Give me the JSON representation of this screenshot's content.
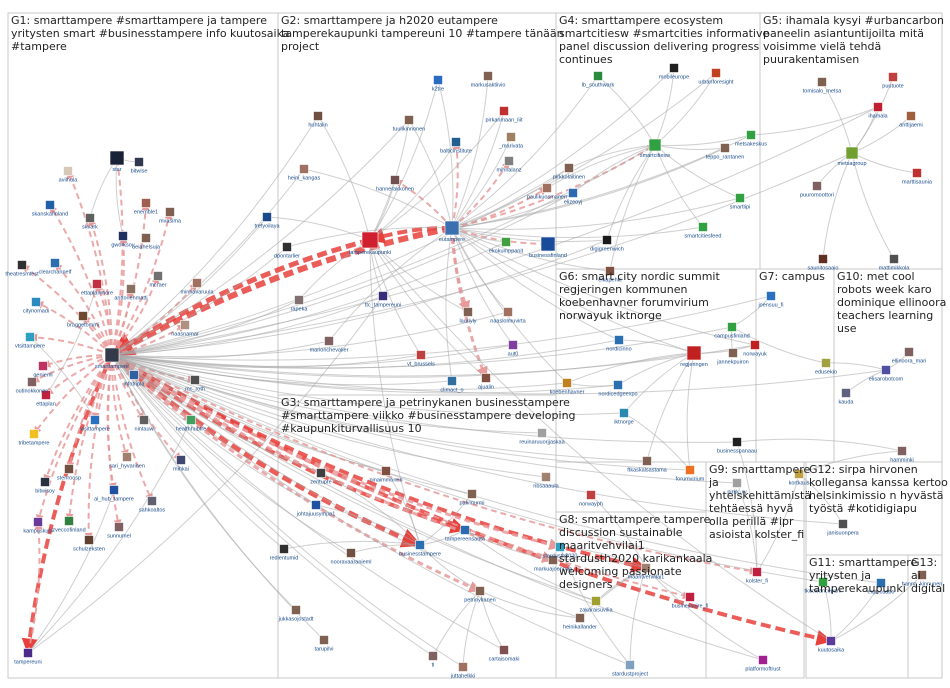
{
  "colors": {
    "edge_grey": "#a8a8a8",
    "edge_strong": "#e8413c",
    "edge_mid": "#e89a9a",
    "label": "#1a4c8b",
    "panel_border": "#c9c9c9"
  },
  "groups": [
    {
      "id": "G1",
      "title_lines": [
        "G1: smarttampere #smarttampere ja tampere",
        "yritysten smart #businesstampere info kuutosaika",
        "#tampere"
      ]
    },
    {
      "id": "G2",
      "title_lines": [
        "G2: smarttampere ja h2020 eutampere",
        "tamperekaupunki tampereuni 10 #tampere tänään",
        "project"
      ]
    },
    {
      "id": "G3",
      "title_lines": [
        "G3: smarttampere ja petrinykanen businesstampere",
        "#smarttampere viikko #businesstampere developing",
        "#kaupunkiturvallisuus 10"
      ]
    },
    {
      "id": "G4",
      "title_lines": [
        "G4: smarttampere ecosystem",
        "smartcitiesw #smartcities informative",
        "panel discussion delivering progress",
        "continues"
      ]
    },
    {
      "id": "G5",
      "title_lines": [
        "G5: ihamala kysyi #urbancarbon",
        "paneelin asiantuntijoilta mitä",
        "voisimme vielä tehdä",
        "puurakentamisen"
      ]
    },
    {
      "id": "G6",
      "title_lines": [
        "G6: smart city nordic summit",
        "regjeringen kommunen",
        "koebenhavner forumvirium",
        "norwayuk iktnorge"
      ]
    },
    {
      "id": "G7",
      "title_lines": [
        "G7: campus"
      ]
    },
    {
      "id": "G8",
      "title_lines": [
        "G8: smarttampere tampere",
        "discussion sustainable",
        "maaritvehvilai1",
        "stardusth2020 karikankaala",
        "welcoming passionate",
        "designers"
      ]
    },
    {
      "id": "G9",
      "title_lines": [
        "G9: smarttampere",
        "ja",
        "yhteiskehittämistä",
        "tehtäessä hyvä",
        "olla perillä #ipr",
        "asioista kolster_fi"
      ]
    },
    {
      "id": "G10",
      "title_lines": [
        "G10: met cool",
        "robots week karo",
        "dominique ellinoora",
        "teachers learning",
        "use"
      ]
    },
    {
      "id": "G11",
      "title_lines": [
        "G11: smarttampere",
        "yritysten ja",
        "tamperekaupunki"
      ]
    },
    {
      "id": "G12",
      "title_lines": [
        "G12: sirpa hirvonen",
        "kollegansa kanssa kertoo",
        "helsinkimissio n hyvästä",
        "työstä #kotidigiapu"
      ]
    },
    {
      "id": "G13",
      "title_lines": [
        "G13:",
        "ai",
        "digital"
      ]
    }
  ],
  "nodes": [
    {
      "id": "smarttampere",
      "label": "smarttampere",
      "color": "#333a4a"
    },
    {
      "id": "eutampere",
      "label": "eutampere",
      "color": "#3a70b0"
    },
    {
      "id": "tamperekaupunki",
      "label": "tamperekaupunki",
      "color": "#d02030"
    },
    {
      "id": "tampereuni",
      "label": "tampereuni",
      "color": "#4b2a8a"
    },
    {
      "id": "kuutosaika",
      "label": "kuutosaika",
      "color": "#5a3a9a"
    },
    {
      "id": "avilhula",
      "label": "avilhula",
      "color": "#d8c8b8"
    },
    {
      "id": "star",
      "label": "star",
      "color": "#1a2238"
    },
    {
      "id": "skanskafinland",
      "label": "skanskafinland",
      "color": "#2060a8"
    },
    {
      "id": "skvark",
      "label": "skvark",
      "color": "#606060"
    },
    {
      "id": "gworksoy",
      "label": "gworksoy",
      "color": "#203060"
    },
    {
      "id": "mvasima",
      "label": "mvasima",
      "color": "#806050"
    },
    {
      "id": "ettaplanmore",
      "label": "ettaplanmore",
      "color": "#c03040"
    },
    {
      "id": "anttonenmatti",
      "label": "anttonenmatti",
      "color": "#8a7060"
    },
    {
      "id": "minnavaruula",
      "label": "minnavaruula",
      "color": "#a07060"
    },
    {
      "id": "citynomadi",
      "label": "citynomadi",
      "color": "#2a8ac0"
    },
    {
      "id": "braggetommi",
      "label": "braggetommi",
      "color": "#704a30"
    },
    {
      "id": "vtsittampere",
      "label": "vtsittampere",
      "color": "#30a0c0"
    },
    {
      "id": "infotripla",
      "label": "infotripla",
      "color": "#3060a0"
    },
    {
      "id": "naasnamar",
      "label": "naasnamar",
      "color": "#b09080"
    },
    {
      "id": "mc_roth",
      "label": "mc_roth",
      "color": "#505050"
    },
    {
      "id": "ettaplan",
      "label": "ettaplan",
      "color": "#c02040"
    },
    {
      "id": "tribetampere",
      "label": "tribetampere",
      "color": "#f0c020"
    },
    {
      "id": "visittampere",
      "label": "visittampere",
      "color": "#2a70c0"
    },
    {
      "id": "nintauw",
      "label": "nintauw",
      "color": "#606060"
    },
    {
      "id": "healthhubtre",
      "label": "healthhubtre",
      "color": "#40a060"
    },
    {
      "id": "stenroosp",
      "label": "stenroosp",
      "color": "#705040"
    },
    {
      "id": "sari_hyvarinen",
      "label": "sari_hyvarinen",
      "color": "#a08070"
    },
    {
      "id": "mihkai",
      "label": "mihkai",
      "color": "#404870"
    },
    {
      "id": "bitwisoy",
      "label": "bitwisoy",
      "color": "#2a3040"
    },
    {
      "id": "ai_hub_tampere",
      "label": "ai_hub_tampere",
      "color": "#2050a0"
    },
    {
      "id": "kampuskubi",
      "label": "kampuskubi",
      "color": "#6a3a9a"
    },
    {
      "id": "zveccofinland",
      "label": "zveccofinland",
      "color": "#308040"
    },
    {
      "id": "sunnumel",
      "label": "sunnumel",
      "color": "#806060"
    },
    {
      "id": "schulzeksten",
      "label": "schulzeksten",
      "color": "#604030"
    },
    {
      "id": "sahkoaltos",
      "label": "sahkoaltos",
      "color": "#606070"
    },
    {
      "id": "k2tre",
      "label": "k2tre",
      "color": "#2a6ac0"
    },
    {
      "id": "markusaktiivio",
      "label": "markusaktiivio",
      "color": "#806050"
    },
    {
      "id": "pirkanmaan_liit",
      "label": "pirkanmaan_liit",
      "color": "#c03030"
    },
    {
      "id": "_marivata",
      "label": "_marivata",
      "color": "#a08060"
    },
    {
      "id": "huhtalin",
      "label": "huhtalin",
      "color": "#705040"
    },
    {
      "id": "tuulikinnonen",
      "label": "tuulikinnonen",
      "color": "#806050"
    },
    {
      "id": "balticinstitute",
      "label": "balticinstitute",
      "color": "#206090"
    },
    {
      "id": "mihnalanz",
      "label": "mihnalanz",
      "color": "#808080"
    },
    {
      "id": "heini_kangas",
      "label": "heini_kangas",
      "color": "#a07060"
    },
    {
      "id": "hannerakkonen",
      "label": "hannerakkonen",
      "color": "#705050"
    },
    {
      "id": "tretyoilaya",
      "label": "tretyoilaya",
      "color": "#1a4a8a"
    },
    {
      "id": "dpontarlier",
      "label": "dpontarlier",
      "color": "#303030"
    },
    {
      "id": "ekokumppanit",
      "label": "ekokumppanit",
      "color": "#40a040"
    },
    {
      "id": "businessfinland",
      "label": "businessfinland",
      "color": "#1a4a9a"
    },
    {
      "id": "rapeka",
      "label": "rapeka",
      "color": "#807070"
    },
    {
      "id": "ttc_tampereuni",
      "label": "ttc_tampereuni",
      "color": "#3a2a7a"
    },
    {
      "id": "lauriyly",
      "label": "lauriyly",
      "color": "#806050"
    },
    {
      "id": "naaslolmuvirta",
      "label": "naaslolmuvirta",
      "color": "#a07060"
    },
    {
      "id": "marionchevalier",
      "label": "marionchevalier",
      "color": "#806060"
    },
    {
      "id": "vt_brussels",
      "label": "vt_brussels",
      "color": "#c04040"
    },
    {
      "id": "climact_o",
      "label": "climact_o",
      "color": "#3070a0"
    },
    {
      "id": "ajualin",
      "label": "ajualin",
      "color": "#805040"
    },
    {
      "id": "aut0",
      "label": "aut0",
      "color": "#8040a0"
    },
    {
      "id": "lb_southwark",
      "label": "lb_southwark",
      "color": "#2a8a40"
    },
    {
      "id": "mobileurope",
      "label": "mobileurope",
      "color": "#202020"
    },
    {
      "id": "urbanforesight",
      "label": "urbanforesight",
      "color": "#c04020"
    },
    {
      "id": "pirkkolaitinen",
      "label": "pirkkolaitinen",
      "color": "#806050"
    },
    {
      "id": "smartcitiesw",
      "label": "smartcitiesw",
      "color": "#30a040"
    },
    {
      "id": "paulikuosmanen",
      "label": "paulikuosmanen",
      "color": "#a07060"
    },
    {
      "id": "elizeoyj",
      "label": "elizeoyj",
      "color": "#2a6ab0"
    },
    {
      "id": "digigreenwich",
      "label": "digigreenwich",
      "color": "#1a1a1a"
    },
    {
      "id": "smartcitiesfeed",
      "label": "smartcitiesfeed",
      "color": "#30a040"
    },
    {
      "id": "smartlipi",
      "label": "smartlipi",
      "color": "#30a040"
    },
    {
      "id": "elkapehki",
      "label": "elkapehki",
      "color": "#805040"
    },
    {
      "id": "metsakeskus",
      "label": "metsakeskus",
      "color": "#30a040"
    },
    {
      "id": "teppo_rantanen",
      "label": "teppo_rantanen",
      "color": "#806050"
    },
    {
      "id": "tomisalo_metsa",
      "label": "tomisalo_metsa",
      "color": "#806050"
    },
    {
      "id": "puutuote",
      "label": "puutuote",
      "color": "#c04040"
    },
    {
      "id": "ihamala",
      "label": "ihamala",
      "color": "#c02030"
    },
    {
      "id": "anttijaemi",
      "label": "anttijaemi",
      "color": "#a06040"
    },
    {
      "id": "metsagroup",
      "label": "metsagroup",
      "color": "#70a030"
    },
    {
      "id": "marttisaunia",
      "label": "marttisaunia",
      "color": "#c03030"
    },
    {
      "id": "puuromoottori",
      "label": "puuromoottori",
      "color": "#806060"
    },
    {
      "id": "saunitosaaio",
      "label": "saunitosaaio",
      "color": "#603020"
    },
    {
      "id": "mattimikkola",
      "label": "mattimikkola",
      "color": "#505050"
    },
    {
      "id": "koebenhavner",
      "label": "koebenhavner",
      "color": "#c08020"
    },
    {
      "id": "nordicinno",
      "label": "nordicinno",
      "color": "#2a70b0"
    },
    {
      "id": "nordicedgeexpo",
      "label": "nordicedgeexpo",
      "color": "#2a70b0"
    },
    {
      "id": "iktnorge",
      "label": "iktnorge",
      "color": "#2a8ab0"
    },
    {
      "id": "regjeringen",
      "label": "regjeringen",
      "color": "#c02020"
    },
    {
      "id": "forumvirium",
      "label": "forumvirium",
      "color": "#f07020"
    },
    {
      "id": "norwayuk",
      "label": "norwayuk",
      "color": "#c02020"
    },
    {
      "id": "ftkaskalsastama",
      "label": "ftkaskalsastama",
      "color": "#806050"
    },
    {
      "id": "reuinaruuorjjaskaa",
      "label": "reuinaruuorjjaskaa",
      "color": "#a0a0a0"
    },
    {
      "id": "ribsaaaula",
      "label": "ribsaaaula",
      "color": "#a08070"
    },
    {
      "id": "joensuu_fi",
      "label": "joensuu_fi",
      "color": "#2a70c0"
    },
    {
      "id": "campusfinland",
      "label": "campusfinland",
      "color": "#30a040"
    },
    {
      "id": "jannekpuiron",
      "label": "jannekpuiron",
      "color": "#806050"
    },
    {
      "id": "edusekio",
      "label": "edusekio",
      "color": "#a0a040"
    },
    {
      "id": "ellinoora_mari",
      "label": "ellinoora_mari",
      "color": "#806060"
    },
    {
      "id": "elisarobotcom",
      "label": "elisarobotcom",
      "color": "#5050a0"
    },
    {
      "id": "kauda",
      "label": "kauda",
      "color": "#606080"
    },
    {
      "id": "hamminki",
      "label": "hamminki",
      "color": "#806060"
    },
    {
      "id": "businesspanaau",
      "label": "businesspanaau",
      "color": "#202020"
    },
    {
      "id": "pirkk_ry",
      "label": "pirkk_ry",
      "color": "#a0a0a0"
    },
    {
      "id": "kolster_fi",
      "label": "kolster_fi",
      "color": "#c02040"
    },
    {
      "id": "kortkaus",
      "label": "kortkaus",
      "color": "#c0a040"
    },
    {
      "id": "janisuonpera",
      "label": "janisuonpera",
      "color": "#505050"
    },
    {
      "id": "tkucleancepark",
      "label": "tkucleancepark",
      "color": "#30a040"
    },
    {
      "id": "expoosabo",
      "label": "expoosabo",
      "color": "#2a70b0"
    },
    {
      "id": "hanna_kinnunen",
      "label": "hanna_kinnunen",
      "color": "#806050"
    },
    {
      "id": "businessoire_fi",
      "label": "businessoire_fi",
      "color": "#c02040"
    },
    {
      "id": "platformoftrust",
      "label": "platformoftrust",
      "color": "#a02090"
    },
    {
      "id": "stardustproject",
      "label": "stardustproject",
      "color": "#80a0c0"
    },
    {
      "id": "maaritvehvilai1",
      "label": "maaritvehvilai1",
      "color": "#a08070"
    },
    {
      "id": "markuajoenpaa",
      "label": "markuajoenpaa",
      "color": "#806050"
    },
    {
      "id": "zakaraisuvilia",
      "label": "zakaraisuvilia",
      "color": "#a0a030"
    },
    {
      "id": "heinikallander",
      "label": "heinikallander",
      "color": "#806050"
    },
    {
      "id": "cartaisomaki",
      "label": "cartaisomaki",
      "color": "#805050"
    },
    {
      "id": "norwayph",
      "label": "norwayph",
      "color": "#c04040"
    },
    {
      "id": "stardusth2020",
      "label": "stardusth2020",
      "color": "#30a0c0"
    },
    {
      "id": "zentupre",
      "label": "zentupre",
      "color": "#404040"
    },
    {
      "id": "ninaimmonen",
      "label": "ninaimmonen",
      "color": "#805040"
    },
    {
      "id": "johtajuusympo1",
      "label": "johtajuusympo1",
      "color": "#2050a0"
    },
    {
      "id": "palvinurmi",
      "label": "palvinurmi",
      "color": "#806050"
    },
    {
      "id": "redientumid",
      "label": "redientumid",
      "color": "#303030"
    },
    {
      "id": "nooravaaranieml",
      "label": "nooravaaranieml",
      "color": "#705040"
    },
    {
      "id": "businesstampere",
      "label": "businesstampere",
      "color": "#2a70b0"
    },
    {
      "id": "tampereensauta",
      "label": "tampereensauta",
      "color": "#2a6ab0"
    },
    {
      "id": "petrinykanen",
      "label": "petrinykanen",
      "color": "#806050"
    },
    {
      "id": "jukkasojostadt",
      "label": "jukkasojostadt",
      "color": "#806050"
    },
    {
      "id": "tarupilvi",
      "label": "tarupilvi",
      "color": "#806050"
    },
    {
      "id": "juttahelkki",
      "label": "juttahelkki",
      "color": "#a07060"
    },
    {
      "id": "tl",
      "label": "tl",
      "color": "#806060"
    },
    {
      "id": "bitwise",
      "label": "bitwise",
      "color": "#303850"
    },
    {
      "id": "enemble1",
      "label": "enemble1",
      "color": "#a06050"
    },
    {
      "id": "mcraer",
      "label": "mcraer",
      "color": "#707070"
    },
    {
      "id": "ueiahelsuja",
      "label": "ueiahelsuja",
      "color": "#806050"
    },
    {
      "id": "clearchannelf",
      "label": "clearchannelf",
      "color": "#2a70b0"
    },
    {
      "id": "theatresmtest",
      "label": "theatresmtest",
      "color": "#303030"
    },
    {
      "id": "genieml",
      "label": "genieml",
      "color": "#c03060"
    },
    {
      "id": "outinokkonen",
      "label": "outinokkonen",
      "color": "#806060"
    }
  ]
}
